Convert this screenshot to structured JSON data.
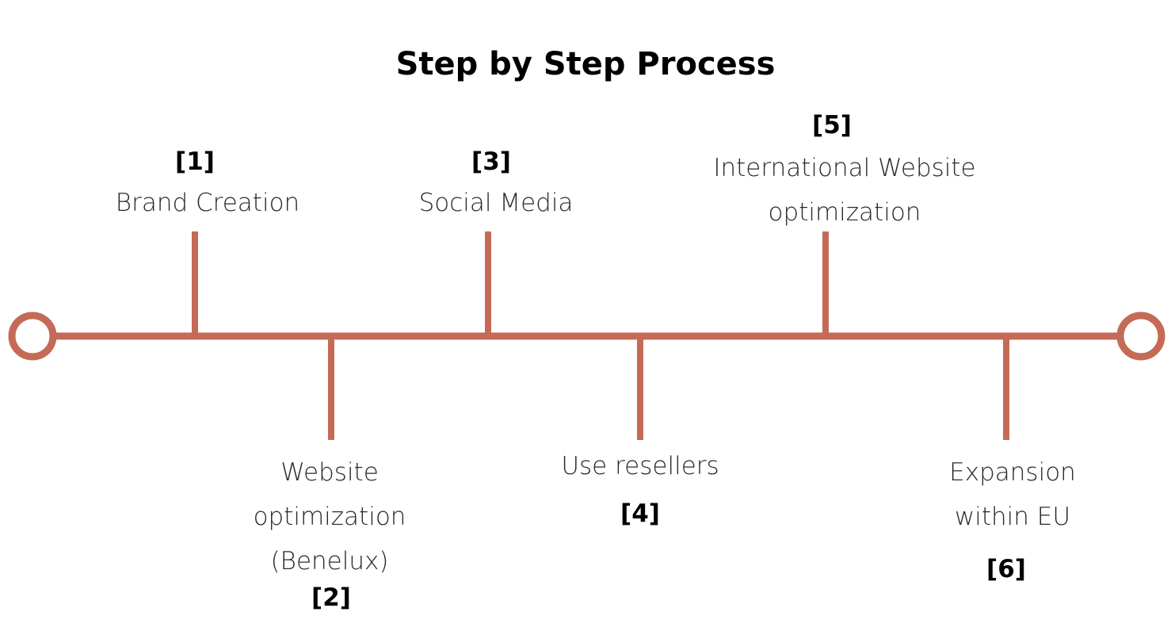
{
  "title": "Step by Step Process",
  "colors": {
    "line": "#c46a56",
    "background": "#ffffff",
    "text": "#2a2a2a"
  },
  "steps": [
    {
      "number": "[1]",
      "label": "Brand Creation",
      "side": "top"
    },
    {
      "number": "[2]",
      "label": "Website\noptimization\n(Benelux)",
      "side": "bottom"
    },
    {
      "number": "[3]",
      "label": "Social Media",
      "side": "top"
    },
    {
      "number": "[4]",
      "label": "Use resellers",
      "side": "bottom"
    },
    {
      "number": "[5]",
      "label": "International Website\noptimization",
      "side": "top"
    },
    {
      "number": "[6]",
      "label": "Expansion\nwithin EU",
      "side": "bottom"
    }
  ]
}
